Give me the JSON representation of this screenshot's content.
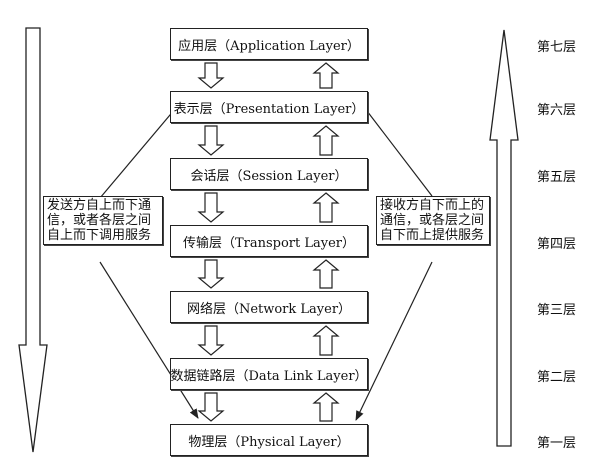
{
  "layers": [
    {
      "label": "应用层（Application Layer）",
      "level": "第七层"
    },
    {
      "label": "表示层（Presentation Layer）",
      "level": "第六层"
    },
    {
      "label": "会话层（Session Layer）",
      "level": "第五层"
    },
    {
      "label": "传输层（Transport Layer）",
      "level": "第四层"
    },
    {
      "label": "网络层（Network Layer）",
      "level": "第三层"
    },
    {
      "label": "数据链路层（Data Link Layer）",
      "level": "第二层"
    },
    {
      "label": "物理层（Physical Layer）",
      "level": "第一层"
    }
  ],
  "sender_note": "发送方自上而下通信，或者各层之间自上而下调用服务",
  "receiver_note": "接收方自下而上的通信，或各层之间自下而上提供服务"
}
